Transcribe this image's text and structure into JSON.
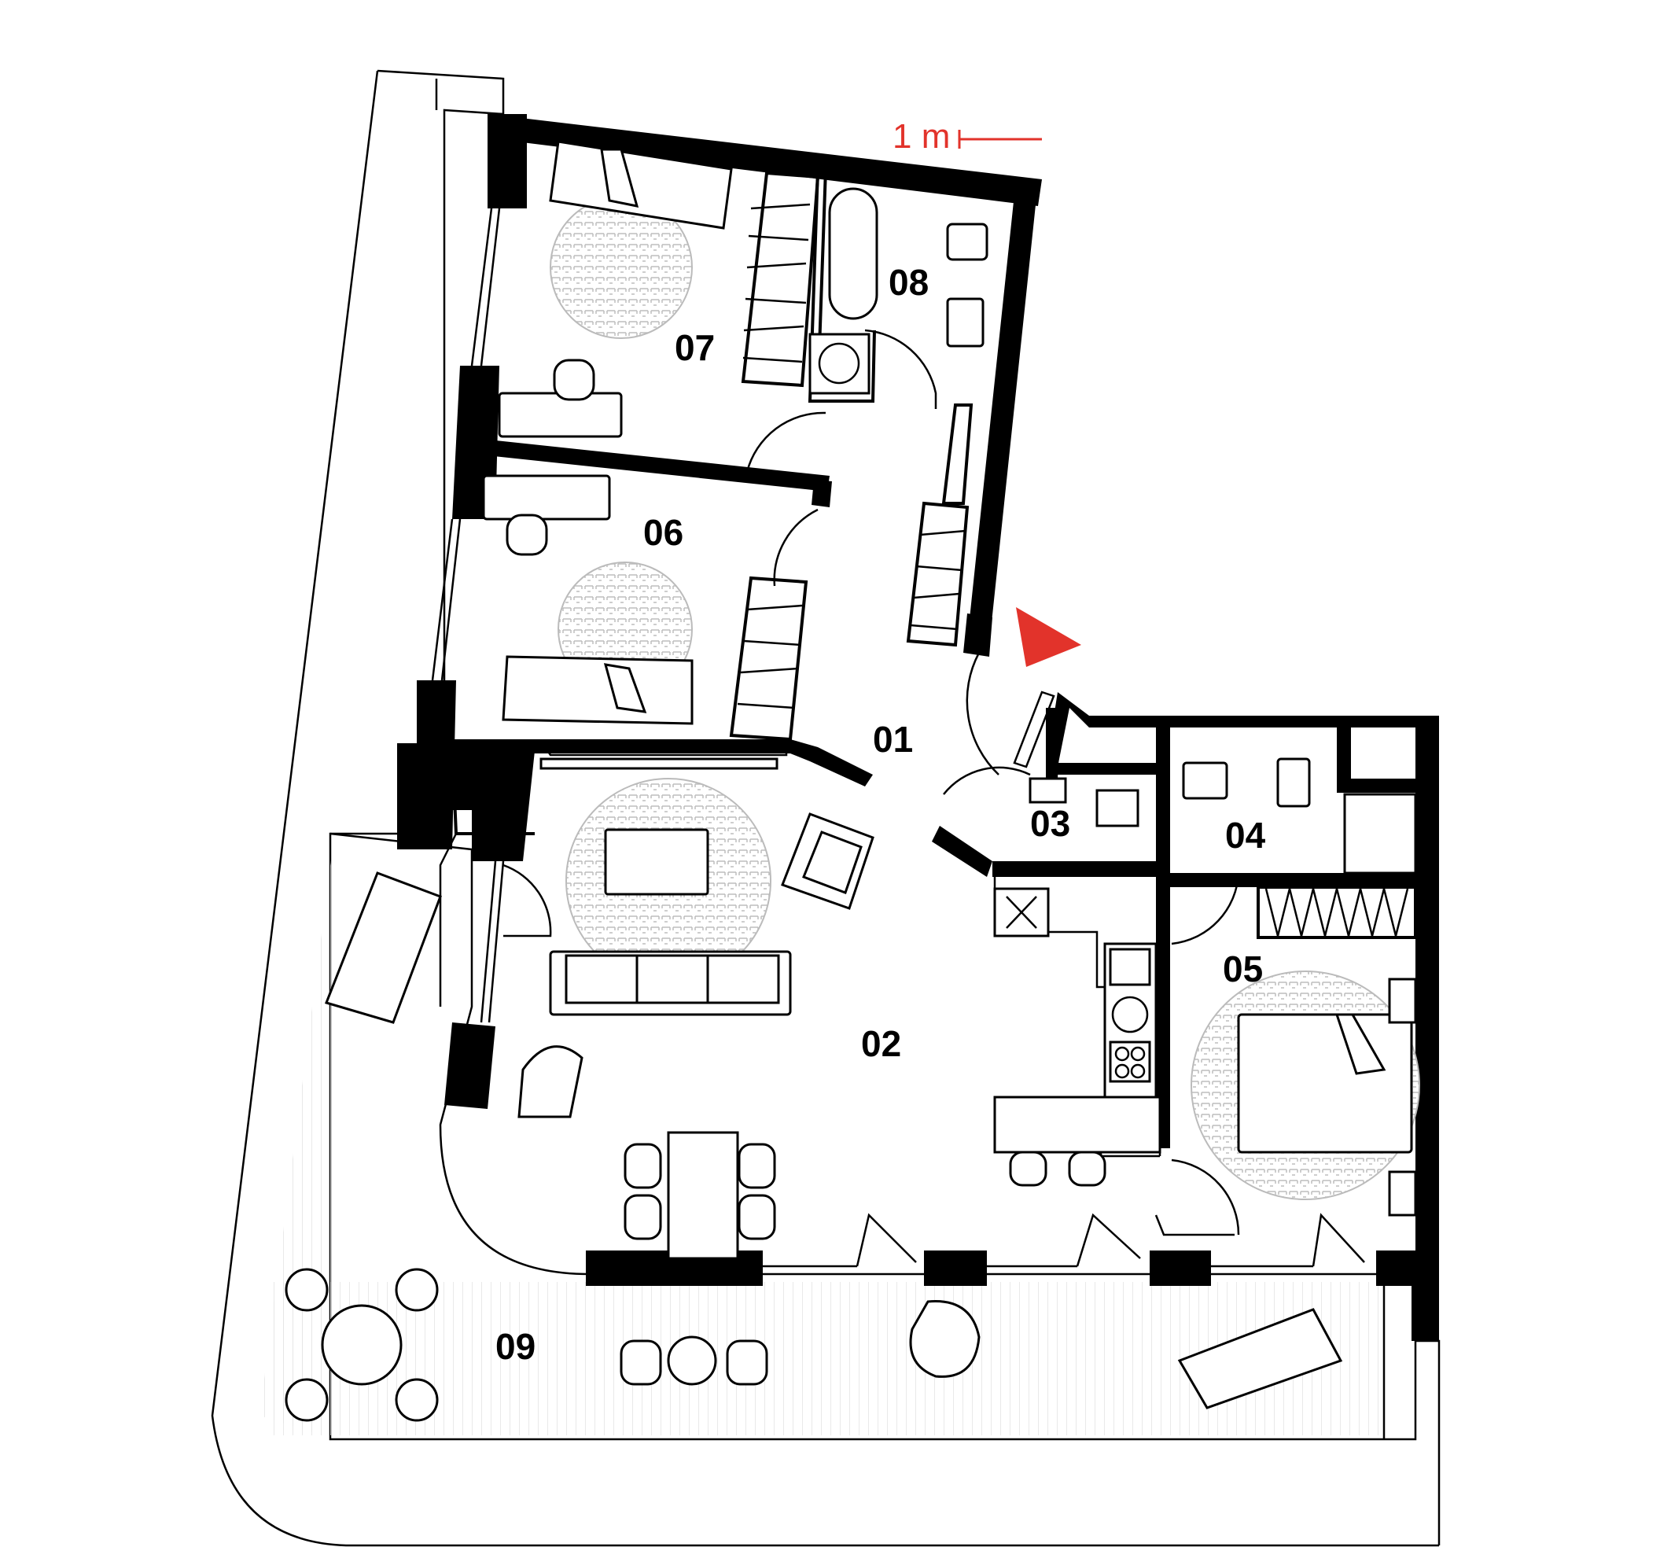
{
  "colors": {
    "accent": "#e2332b",
    "wall": "#000000",
    "rug": "#c9c9c9"
  },
  "scale": {
    "label": "1 m"
  },
  "entrance": {
    "icon": "entrance-arrow-icon"
  },
  "rooms": {
    "r01": "01",
    "r02": "02",
    "r03": "03",
    "r04": "04",
    "r05": "05",
    "r06": "06",
    "r07": "07",
    "r08": "08",
    "r09": "09"
  }
}
